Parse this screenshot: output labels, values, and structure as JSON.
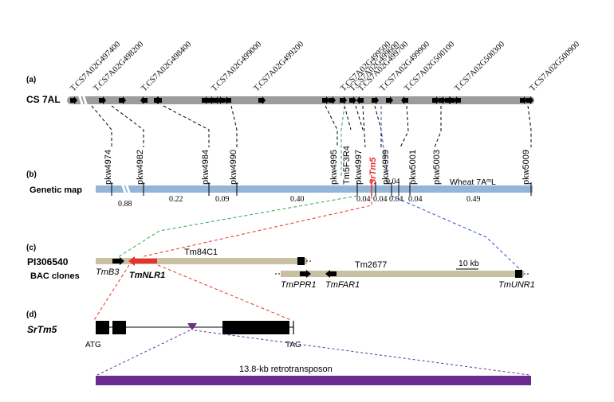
{
  "panel_a": {
    "label": "(a)",
    "chrom_label": "CS 7AL",
    "genes": [
      "T.CS7A02G497400",
      "T.CS7A02G498200",
      "T.CS7A02G498400",
      "T.CS7A02G499000",
      "T.CS7A02G499200",
      "T.CS7A02G499500",
      "T.CS7A02G499600",
      "T.CS7A02G499700",
      "T.CS7A02G499900",
      "T.CS7A02G500100",
      "T.CS7A02G500300",
      "T.CS7A02G500900"
    ]
  },
  "markers": [
    "pkw4974",
    "pkw4982",
    "pkw4984",
    "pkw4990",
    "pkw4995",
    "Tm5F3R4",
    "pkw4997",
    "SrTm5",
    "pkw4999",
    "pkw5001",
    "pkw5003",
    "pkw5009"
  ],
  "panel_b": {
    "label": "(b)",
    "map_label": "Genetic map",
    "chrom_label": "Wheat 7AmL",
    "distances": [
      "0.88",
      "0.22",
      "0.09",
      "0.40",
      "0.04",
      "0.04",
      "0.04",
      "0.04",
      "0.04",
      "0.49"
    ]
  },
  "panel_c": {
    "label": "(c)",
    "accession": "PI306540",
    "subtitle": "BAC clones",
    "bac1": "Tm84C1",
    "bac2": "Tm2677",
    "scale": "10 kb",
    "genes": [
      "TmB3",
      "TmNLR1",
      "TmPPR1",
      "TmFAR1",
      "TmUNR1"
    ]
  },
  "panel_d": {
    "label": "(d)",
    "gene": "SrTm5",
    "start": "ATG",
    "stop": "TAG",
    "insert": "13.8-kb retrotransposon"
  },
  "colors": {
    "chromosome_gray": "#9c9c9c",
    "genetic_map_blue": "#94b4d8",
    "bac_tan": "#c8c0a0",
    "srtm5_red": "#e8312a",
    "green_line": "#2ea84a",
    "blue_line": "#2f4fc8",
    "retro_purple": "#6a2c91"
  }
}
